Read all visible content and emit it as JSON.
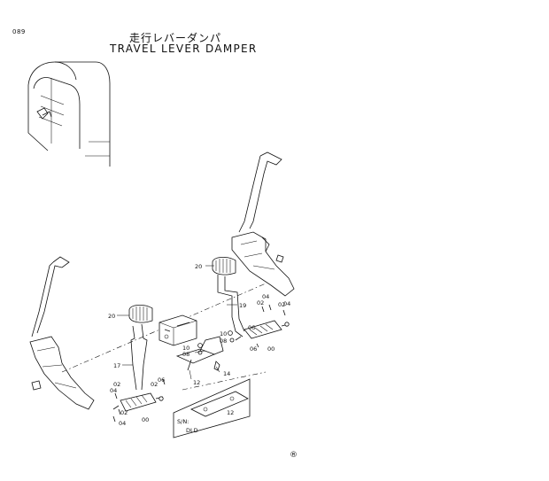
{
  "header": {
    "page_number": "089",
    "title_jp": "走行レバーダンパ",
    "title_en": "TRAVEL LEVER DAMPER"
  },
  "parts": {
    "p20a": "20",
    "p20b": "20",
    "p19": "19",
    "p17": "17",
    "p10": "10",
    "p08a": "08",
    "p10b": "10",
    "p08b": "08",
    "p06a": "06",
    "p06b": "06",
    "p14": "14",
    "p12a": "12",
    "p12b": "12",
    "p04a": "04",
    "p02a": "02",
    "p04b": "04",
    "p02b": "02",
    "p04c": "04",
    "p02c": "02",
    "p02d": "02",
    "p04d": "04",
    "p00a": "00",
    "p00b": "00",
    "p06c": "06",
    "p02e": "02"
  },
  "detail_box": {
    "sn_label": "S/N:",
    "sn_value": "DLD",
    "part": "12"
  },
  "footer": {
    "registered_mark": "®"
  }
}
